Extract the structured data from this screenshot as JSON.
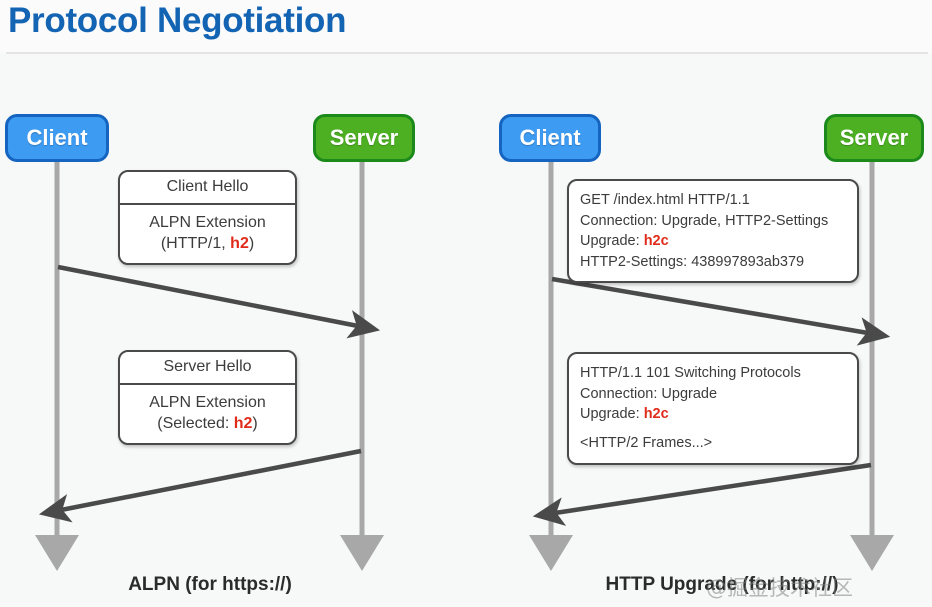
{
  "header": {
    "title": "Protocol Negotiation",
    "title_color": "#1464b4"
  },
  "colors": {
    "client_fill": "#3d9bf2",
    "client_border": "#1565c0",
    "server_fill": "#4cb022",
    "server_border": "#1b8a1b",
    "arrow": "#4a4a4a",
    "lifeline": "#a8a8a8",
    "highlight": "#e02b1a",
    "background": "#f7f8f8"
  },
  "watermark": {
    "text": "@掘金技术社区"
  },
  "diagrams": [
    {
      "id": "alpn",
      "caption": "ALPN (for https://)",
      "actors": [
        {
          "name": "client",
          "label": "Client"
        },
        {
          "name": "server",
          "label": "Server"
        }
      ],
      "messages": [
        {
          "id": "client-hello",
          "direction": "client-to-server",
          "style": "titled",
          "header": "Client Hello",
          "lines": [
            {
              "text": "ALPN Extension"
            },
            {
              "prefix": "(HTTP/1, ",
              "highlight": "h2",
              "suffix": ")"
            }
          ]
        },
        {
          "id": "server-hello",
          "direction": "server-to-client",
          "style": "titled",
          "header": "Server Hello",
          "lines": [
            {
              "text": "ALPN Extension"
            },
            {
              "prefix": "(Selected: ",
              "highlight": "h2",
              "suffix": ")"
            }
          ]
        }
      ]
    },
    {
      "id": "http-upgrade",
      "caption": "HTTP Upgrade (for http://)",
      "actors": [
        {
          "name": "client",
          "label": "Client"
        },
        {
          "name": "server",
          "label": "Server"
        }
      ],
      "messages": [
        {
          "id": "upgrade-request",
          "direction": "client-to-server",
          "style": "plain",
          "lines": [
            {
              "text": "GET /index.html HTTP/1.1"
            },
            {
              "text": "Connection: Upgrade, HTTP2-Settings"
            },
            {
              "prefix": "Upgrade: ",
              "highlight": "h2c",
              "suffix": ""
            },
            {
              "text": "HTTP2-Settings: 438997893ab379"
            }
          ]
        },
        {
          "id": "upgrade-response",
          "direction": "server-to-client",
          "style": "plain",
          "lines": [
            {
              "text": "HTTP/1.1 101 Switching Protocols"
            },
            {
              "text": "Connection: Upgrade"
            },
            {
              "prefix": "Upgrade: ",
              "highlight": "h2c",
              "suffix": ""
            },
            {
              "blank": true
            },
            {
              "text": "<HTTP/2 Frames...>"
            }
          ]
        }
      ]
    }
  ]
}
